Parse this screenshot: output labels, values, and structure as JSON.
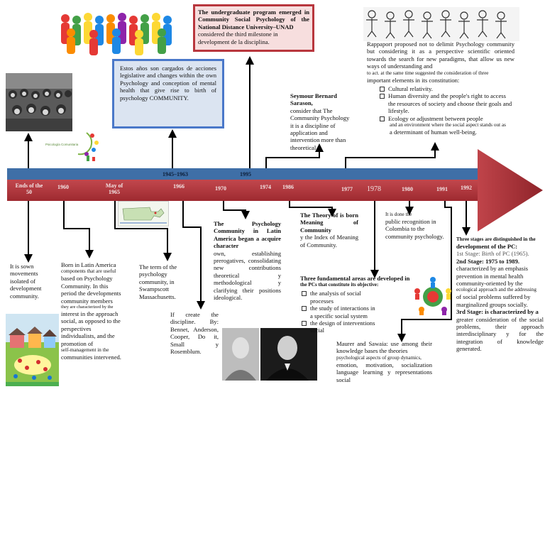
{
  "timeline": {
    "bar_color": "#b0363c",
    "top_band_color": "#3f6fa7",
    "years_bottom": [
      "Ends of the 50",
      "1960",
      "May of 1965",
      "1966",
      "1970",
      "1974",
      "1986",
      "1977",
      "1978",
      "1980",
      "1991",
      "1992"
    ],
    "years_top": [
      "1945–1963",
      "1995"
    ]
  },
  "top": {
    "unad_box": "The undergraduate program emerged in Community Social Psychology of the National Distance University–UNAD",
    "unad_box_rest": "considered the third milestone in development de la disciplina.",
    "blue_box": "Estos años son cargados de acciones legislative and changes within the own Psychology and conception of mental health that give rise to birth of psychology COMMUNITY.",
    "sarason_name": "Seymour Bernard Sarason,",
    "sarason_text1": "consider that The Community Psychology",
    "sarason_text2": "it is a discipline of application and intervention more than theoretical.",
    "rappaport_intro": "Rappaport proposed not to delimit Psychology community but considering it as a perspective scientific oriented towards the search for new paradigms, that allow us new ways of understanding and",
    "rappaport_small": "to act. at the same time suggested the consideration of three",
    "rappaport_end": "important elements in its constitution:",
    "rappaport_items": [
      "Cultural relativity.",
      "Human diversity and the people's right to access the resources of society and choose their goals and lifestyle.",
      "Ecology or adjustment between people"
    ],
    "rappaport_items_small": "and an environment where the social aspect stands out as",
    "rappaport_items_end": "a determinant of human well-being.",
    "logo_caption": "Psicología Comunitaria"
  },
  "bottom": {
    "sown": "It is sown movements isolated of development community.",
    "born_latin": "Born in Latin America",
    "born_small1": "components that are useful",
    "born_text2": "based on Psychology Community. In this period the developments community members",
    "born_small2": "they are characterized by the",
    "born_text3": "interest in the approach social, as opposed to the perspectives individualists, and the promotion of",
    "born_small3": "self-management in the",
    "born_text4": "communities intervened.",
    "swampscott": "The term of the psychology community, in Swampscott Massachusetts.",
    "create": "If create the discipline. By: Bennet, Anderson, Cooper, Do it, Small y Rosemblum.",
    "latin_title": "The Psychology Community in Latin America began a acquire character",
    "latin_text": "own, establishing prerogatives, consolidating new contributions theoretical y methodological y clarifying their positions ideological.",
    "theory_title": "The Theory of is born Meaning of Community",
    "theory_text": "y the Index of Meaning of Community.",
    "three_areas_title": "Three fundamental areas are developed in",
    "three_areas_small": "the PCs that constitute its objective:",
    "three_areas_items": [
      "the analysis of social processes",
      "the study of interactions in a specific social system",
      "the design of interventions social"
    ],
    "colombia_small": "It is done the",
    "colombia_text": "public recognition in Colombia to the community psychology.",
    "maurer": "Maurer and Sawaia: use among their knowledge bases the theories",
    "maurer_small": "psychological aspects of group dynamics,",
    "maurer_end": "emotion, motivation, socialization language learning y representations social",
    "stages_small": "Three stages are distinguished in the",
    "stages_title_rest": "development of the PC:",
    "stage1": "1st Stage: Birth of PC (1965).",
    "stage2_title": "2nd Stage: 1975 to 1989.",
    "stage2_text": "characterized by an emphasis prevention in mental health community-oriented by the",
    "stage2_small": "ecological approach and the addressing",
    "stage2_end": "of social problems suffered by marginalized groups socially.",
    "stage3_title": "3rd Stage: is characterized by a",
    "stage3_text": "greater consideration of the social problems, their approach interdisciplinary y for the integration of knowledge generated."
  },
  "icons": {
    "crowd": "people-crowd-image",
    "figures": "paper-figures-image",
    "photo": "group-photo-image",
    "map": "massachusetts-map-image",
    "village": "village-drawing-image",
    "portraits": "portraits-image",
    "circle": "people-circle-image"
  }
}
